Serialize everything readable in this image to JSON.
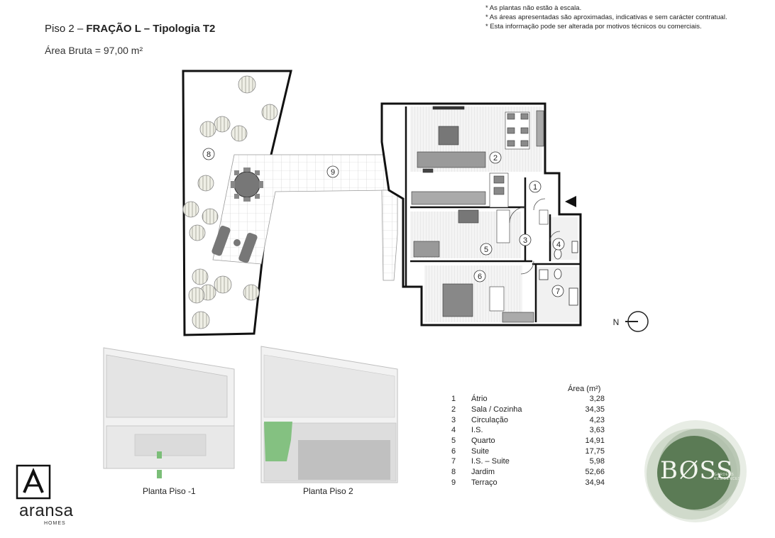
{
  "header": {
    "floor_prefix": "Piso 2 –",
    "unit_title": "FRAÇÃO L – Tipologia T2",
    "gross_area": "Área Bruta = 97,00 m²"
  },
  "notes": [
    "* As plantas não estão à escala.",
    "* As áreas apresentadas são aproximadas, indicativas e sem carácter contratual.",
    "* Esta informação pode ser alterada por motivos técnicos ou comerciais."
  ],
  "plan_labels": [
    "1",
    "2",
    "3",
    "4",
    "5",
    "6",
    "7",
    "8",
    "9"
  ],
  "compass_label": "N",
  "areas_table": {
    "header": "Área (m²)",
    "rows": [
      {
        "num": "1",
        "name": "Átrio",
        "area": "3,28"
      },
      {
        "num": "2",
        "name": "Sala / Cozinha",
        "area": "34,35"
      },
      {
        "num": "3",
        "name": "Circulação",
        "area": "4,23"
      },
      {
        "num": "4",
        "name": "I.S.",
        "area": "3,63"
      },
      {
        "num": "5",
        "name": "Quarto",
        "area": "14,91"
      },
      {
        "num": "6",
        "name": "Suite",
        "area": "17,75"
      },
      {
        "num": "7",
        "name": "I.S. – Suite",
        "area": "5,98"
      },
      {
        "num": "8",
        "name": "Jardim",
        "area": "52,66"
      },
      {
        "num": "9",
        "name": "Terraço",
        "area": "34,94"
      }
    ]
  },
  "key_plans": [
    {
      "caption": "Planta Piso -1"
    },
    {
      "caption": "Planta Piso 2"
    }
  ],
  "brand": {
    "name": "aransa",
    "sub": "HOMES"
  },
  "developer_logo": {
    "text": "BØSS",
    "sub_line1": "GARDENS",
    "sub_line2": "RESIDENCES"
  },
  "colors": {
    "highlight_green": "#6db86a",
    "logo_green": "#5b7b55",
    "wall": "#1a1a1a"
  }
}
